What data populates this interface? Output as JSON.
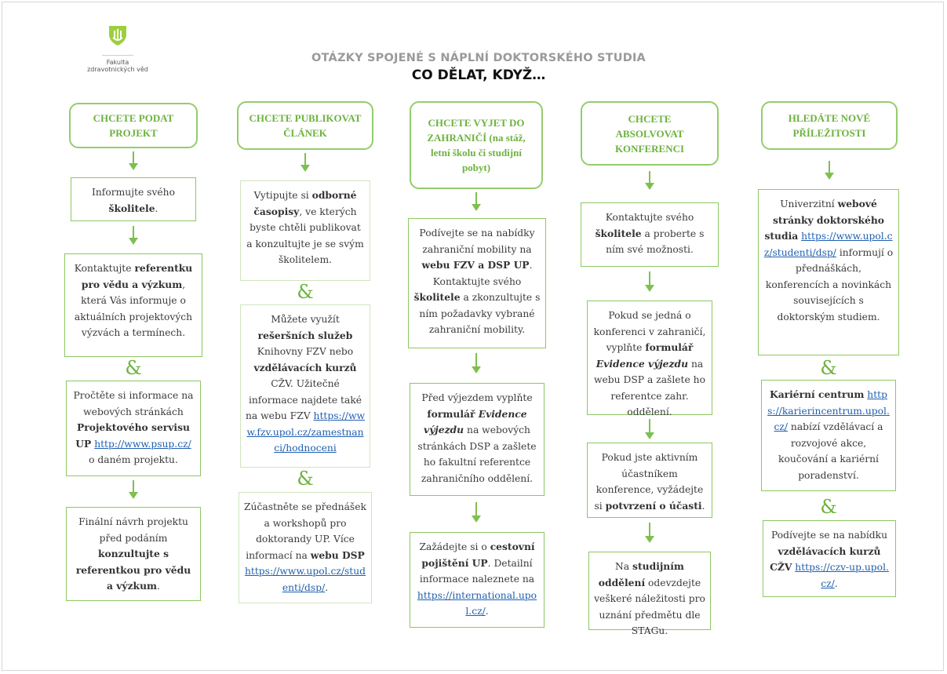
{
  "logo": {
    "line1": "Fakulta",
    "line2": "zdravotnických věd"
  },
  "header": {
    "subtitle": "OTÁZKY SPOJENÉ S NÁPLNÍ DOKTORSKÉHO STUDIA",
    "title": "CO DĚLAT, KDYŽ…"
  },
  "amp": "&",
  "col1": {
    "head": [
      "CHCETE PODAT",
      "PROJEKT"
    ],
    "b1": {
      "t1": "Informujte svého ",
      "b1": "školitele",
      "t2": "."
    },
    "b2": {
      "t1": "Kontaktujte ",
      "b1": "referentku pro vědu a výzkum",
      "t2": ", která Vás informuje o aktuálních projektových výzvách a termínech."
    },
    "b3": {
      "t1": "Pročtěte si informace na webových stránkách ",
      "b1": "Projektového servisu UP",
      "link": "http://www.psup.cz/",
      "t2": " o daném projektu."
    },
    "b4": {
      "t1": "Finální návrh projektu před podáním ",
      "b1": "konzultujte s referentkou pro vědu a výzkum",
      "t2": "."
    }
  },
  "col2": {
    "head": [
      "CHCETE PUBLIKOVAT",
      "ČLÁNEK"
    ],
    "b1": {
      "t1": "Vytipujte si ",
      "b1": "odborné časopisy",
      "t2": ", ve kterých byste chtěli publikovat a konzultujte je se svým školitelem."
    },
    "b2": {
      "t1": "Můžete využít ",
      "b1": "rešeršních služeb",
      "t2": " Knihovny FZV nebo ",
      "b2": "vzdělávacích kurzů",
      "t3": " CŽV. Užitečné informace najdete také na webu FZV ",
      "link": "https://www.fzv.upol.cz/zamestnanci/hodnoceni"
    },
    "b3": {
      "t1": "Zúčastněte se přednášek a workshopů pro doktorandy UP. Více informací na ",
      "b1": "webu DSP",
      "link": "https://www.upol.cz/studenti/dsp/",
      "t2": "."
    }
  },
  "col3": {
    "head": [
      "CHCETE VYJET DO",
      "ZAHRANIČÍ (na stáž,",
      "letní školu či studijní",
      "pobyt)"
    ],
    "b1": {
      "t1": "Podívejte se na nabídky zahraniční mobility na ",
      "b1": "webu FZV a DSP UP",
      "t2": ". Kontaktujte svého ",
      "b2": "školitele",
      "t3": " a zkonzultujte s ním požadavky vybrané zahraniční mobility."
    },
    "b2": {
      "t1": "Před výjezdem vyplňte ",
      "b1": "formulář ",
      "i1": "Evidence výjezdu",
      "t2": " na webových stránkách DSP a zašlete ho fakultní referentce zahraničního oddělení."
    },
    "b3": {
      "t1": "Zažádejte si o ",
      "b1": "cestovní pojištění UP",
      "t2": ". Detailní informace naleznete na ",
      "link": "https://international.upol.cz/",
      "t3": "."
    }
  },
  "col4": {
    "head": [
      "CHCETE",
      "ABSOLVOVAT",
      "KONFERENCI"
    ],
    "b1": {
      "t1": "Kontaktujte svého ",
      "b1": "školitele",
      "t2": " a proberte s ním své možnosti."
    },
    "b2": {
      "t1": "Pokud se jedná o konferenci v zahraničí, vyplňte ",
      "b1": "formulář ",
      "i1": "Evidence výjezdu",
      "t2": " na webu DSP a zašlete ho referentce zahr. oddělení."
    },
    "b3": {
      "t1": "Pokud jste aktivním účastníkem konference, vyžádejte si ",
      "b1": "potvrzení o účasti",
      "t2": "."
    },
    "b4": {
      "t1": "Na ",
      "b1": "studijním oddělení",
      "t2": " odevzdejte veškeré náležitosti pro uznání předmětu dle STAGu."
    }
  },
  "col5": {
    "head": [
      "HLEDÁTE NOVÉ",
      "PŘÍLEŽITOSTI"
    ],
    "b1": {
      "t1": "Univerzitní ",
      "b1": "webové stránky doktorského studia",
      "link": "https://www.upol.cz/studenti/dsp/",
      "t2": " informují o přednáškách, konferencích a novinkách souvisejících s doktorským studiem."
    },
    "b2": {
      "b1": "Kariérní centrum",
      "link": "https://karierincentrum.upol.cz/",
      "t1": " nabízí vzdělávací a rozvojové akce, koučování a kariérní poradenství."
    },
    "b3": {
      "t1": "Podívejte se na nabídku ",
      "b1": "vzdělávacích kurzů CŽV",
      "link": "https://czv-up.upol.cz/",
      "t2": "."
    }
  }
}
